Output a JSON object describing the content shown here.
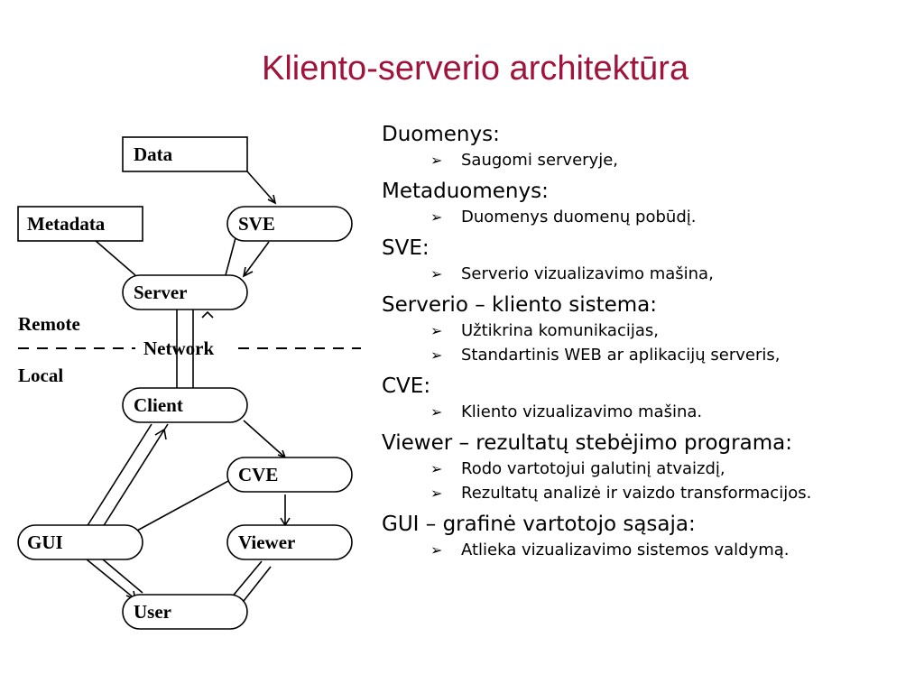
{
  "title": "Kliento-serverio architektūra",
  "diagram": {
    "nodes": {
      "data": "Data",
      "metadata": "Metadata",
      "sve": "SVE",
      "server": "Server",
      "network": "Network",
      "client": "Client",
      "cve": "CVE",
      "gui": "GUI",
      "viewer": "Viewer",
      "user": "User"
    },
    "remote": "Remote",
    "local": "Local"
  },
  "bullets": [
    {
      "heading": "Duomenys:",
      "items": [
        "Saugomi serveryje,"
      ]
    },
    {
      "heading": "Metaduomenys:",
      "items": [
        "Duomenys duomenų pobūdį."
      ]
    },
    {
      "heading": "SVE:",
      "items": [
        "Serverio vizualizavimo mašina,"
      ]
    },
    {
      "heading": "Serverio – kliento sistema:",
      "items": [
        "Užtikrina komunikacijas,",
        "Standartinis WEB ar aplikacijų serveris,"
      ]
    },
    {
      "heading": "CVE:",
      "items": [
        "Kliento vizualizavimo mašina."
      ]
    },
    {
      "heading": "Viewer – rezultatų stebėjimo programa:",
      "items": [
        "Rodo vartotojui galutinį atvaizdį,",
        "Rezultatų analizė ir vaizdo transformacijos."
      ]
    },
    {
      "heading": "GUI – grafinė vartotojo sąsaja:",
      "items": [
        "Atlieka vizualizavimo sistemos valdymą."
      ]
    }
  ]
}
